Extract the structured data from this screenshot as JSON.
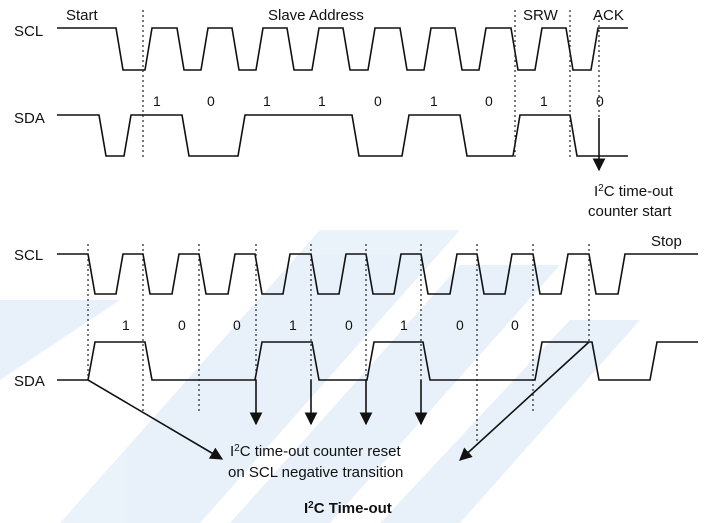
{
  "diagram": {
    "top": {
      "scl_label": "SCL",
      "sda_label": "SDA",
      "start_label": "Start",
      "address_label": "Slave Address",
      "srw_label": "SRW",
      "ack_label": "ACK",
      "bits": [
        "1",
        "0",
        "1",
        "1",
        "0",
        "1",
        "0",
        "1",
        "0"
      ],
      "counter_start_line1_pre": "I",
      "counter_start_line1_sup": "2",
      "counter_start_line1_post": "C time-out",
      "counter_start_line2": "counter start"
    },
    "bottom": {
      "scl_label": "SCL",
      "sda_label": "SDA",
      "stop_label": "Stop",
      "bits": [
        "1",
        "0",
        "0",
        "1",
        "0",
        "1",
        "0",
        "0"
      ],
      "reset_line1_pre": "I",
      "reset_line1_sup": "2",
      "reset_line1_post": "C time-out counter reset",
      "reset_line2": "on SCL negative transition"
    },
    "caption_pre": "I",
    "caption_sup": "2",
    "caption_post": "C Time-out",
    "watermark_color": "#2d7fd0"
  }
}
